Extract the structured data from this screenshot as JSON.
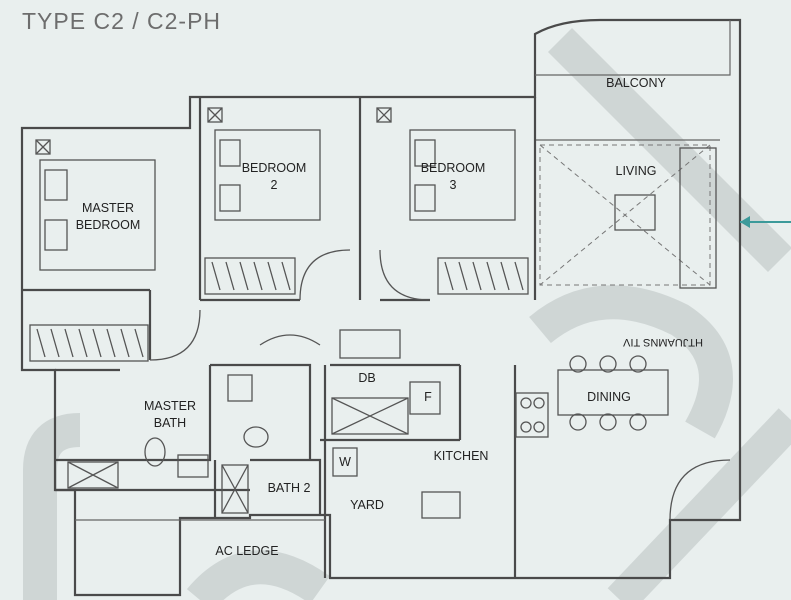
{
  "plan": {
    "title": "TYPE C2 / C2-PH",
    "rooms": {
      "balcony": "BALCONY",
      "living": "LIVING",
      "bedroom2": [
        "BEDROOM",
        "2"
      ],
      "bedroom3": [
        "BEDROOM",
        "3"
      ],
      "master_bedroom": [
        "MASTER",
        "BEDROOM"
      ],
      "master_bath": [
        "MASTER",
        "BATH"
      ],
      "db": "DB",
      "f": "F",
      "w": "W",
      "kitchen": "KITCHEN",
      "dining": "DINING",
      "yard": "YARD",
      "bath2": "BATH 2",
      "ac_ledge": "AC LEDGE",
      "hwuldh": "HTJUAMNS TIV"
    }
  }
}
